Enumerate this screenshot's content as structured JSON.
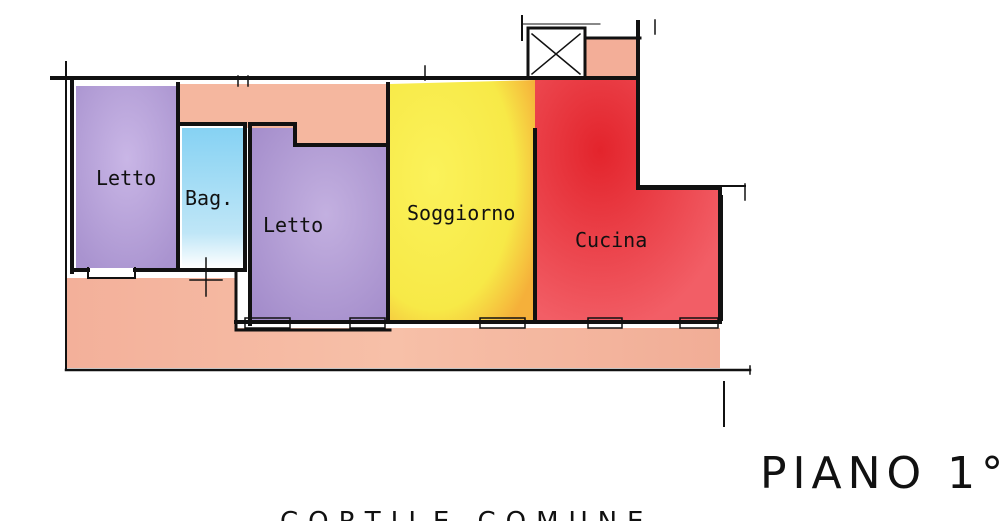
{
  "plan": {
    "title": "PIANO 1°",
    "subtitle": "CORTILE COMUNE",
    "rooms": {
      "letto_left": "Letto",
      "bagno": "Bag.",
      "letto_center": "Letto",
      "soggiorno": "Soggiorno",
      "cucina": "Cucina"
    },
    "colors": {
      "corridor": "#f4b49a",
      "bedroom": "#b7a4d6",
      "bathroom": "#8fd6f2",
      "living": "#f7ee4a",
      "kitchen": "#ea3b3b",
      "wall": "#111111"
    }
  }
}
